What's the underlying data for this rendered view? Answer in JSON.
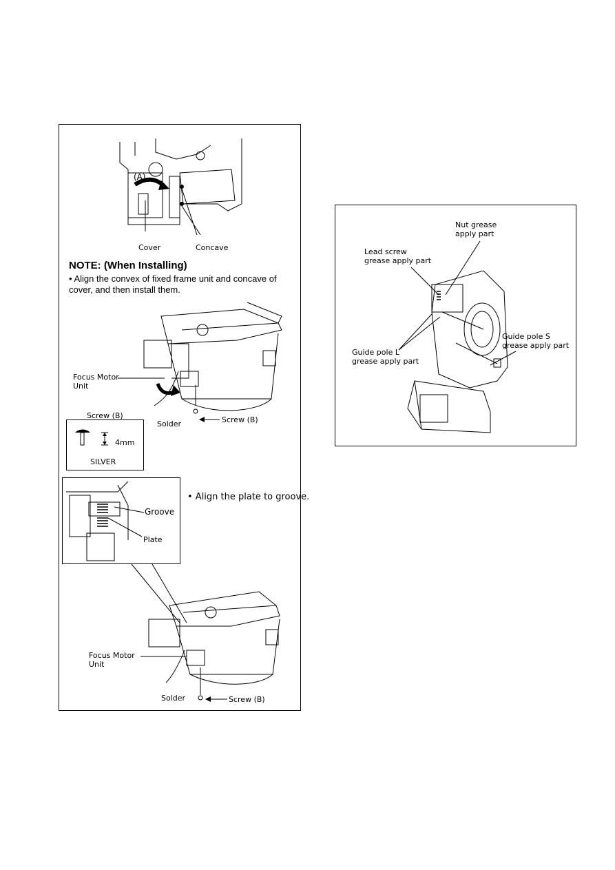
{
  "left_panel": {
    "fig1": {
      "arrow_label": "(A)",
      "cover_label": "Cover",
      "concave_label": "Concave"
    },
    "note": {
      "title": "NOTE: (When Installing)",
      "text": "• Align the convex of fixed frame unit and concave of cover, and then install them."
    },
    "fig2": {
      "focus_motor_label": "Focus Motor\nUnit",
      "solder_label": "Solder",
      "screw_label": "Screw (B)"
    },
    "screw_box": {
      "title": "Screw (B)",
      "size": "4mm",
      "color": "SILVER"
    },
    "groove_box": {
      "groove_label": "Groove",
      "plate_label": "Plate"
    },
    "groove_note": "• Align the plate to groove.",
    "fig3": {
      "focus_motor_label": "Focus Motor\nUnit",
      "solder_label": "Solder",
      "screw_label": "Screw (B)"
    }
  },
  "right_panel": {
    "nut_label": "Nut grease\napply part",
    "lead_label": "Lead screw\ngrease apply part",
    "guide_l_label": "Guide pole L\ngrease apply part",
    "guide_s_label": "Guide pole S\ngrease apply part"
  }
}
